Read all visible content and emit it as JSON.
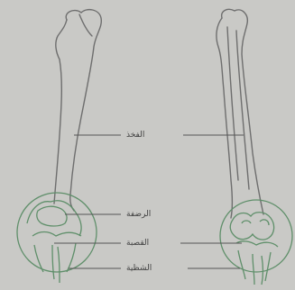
{
  "labels": {
    "femur": "الفخذ",
    "patella": "الرضفة",
    "tibia": "القصبة",
    "fibula": "الشظية"
  },
  "colors": {
    "background": "#c9c9c6",
    "bone_outline": "#6e6e6e",
    "knee_outline": "#5f8f6a",
    "leader_line": "#555555",
    "label_text": "#3e3e3e"
  }
}
